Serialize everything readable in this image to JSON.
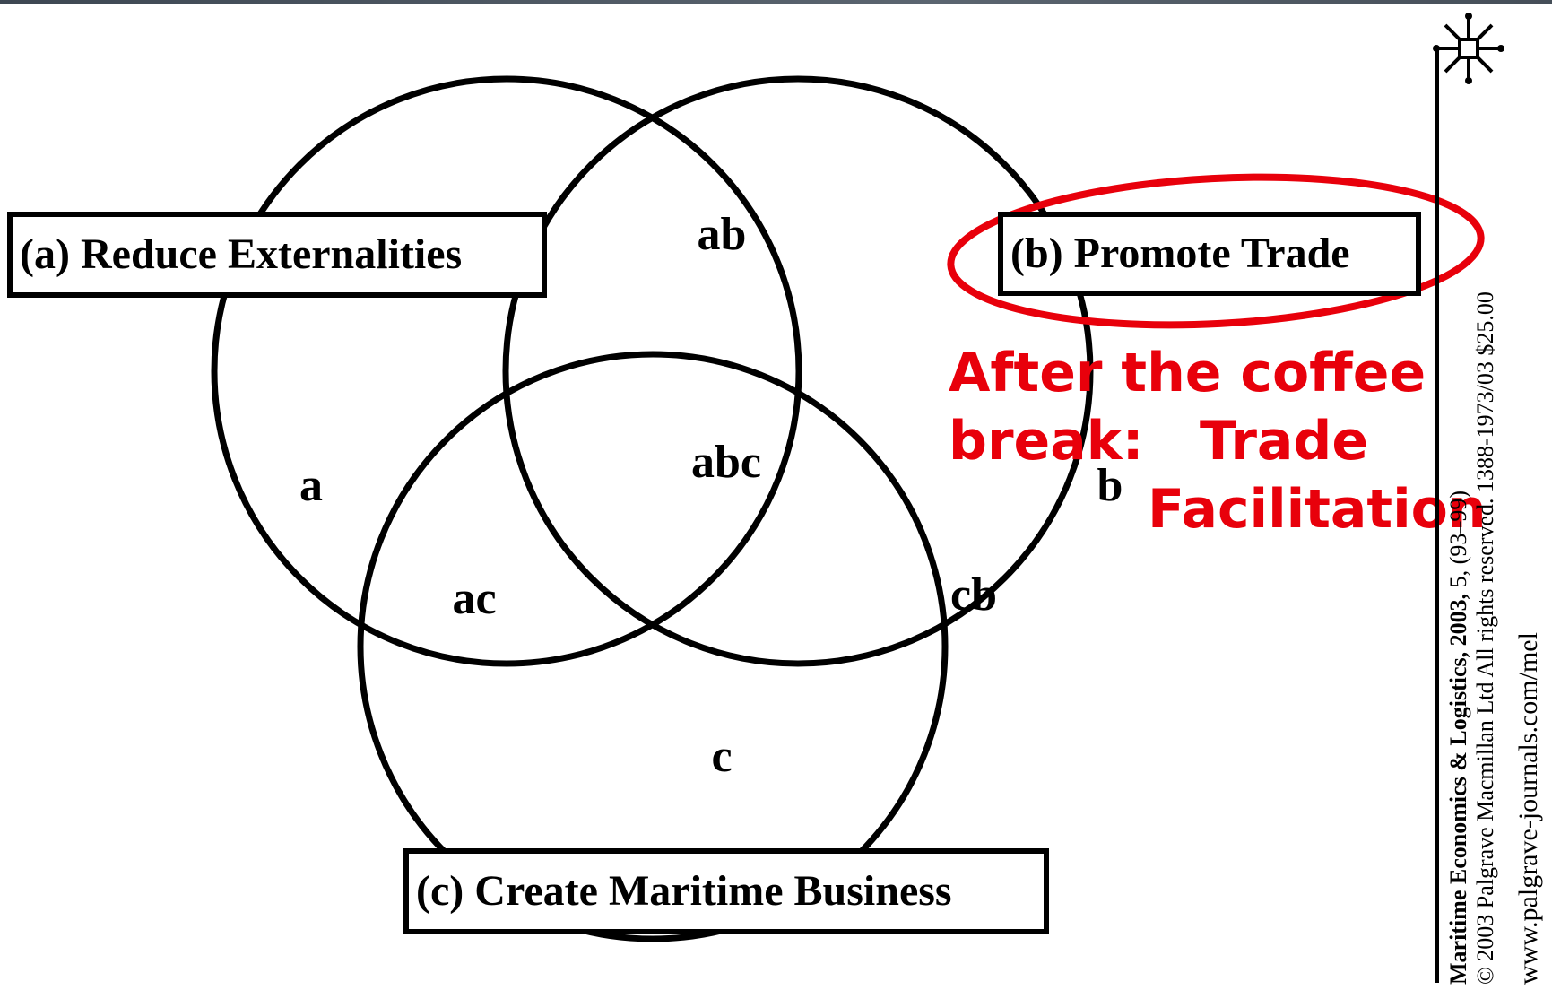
{
  "diagram": {
    "sets": [
      {
        "id": "a",
        "label": "(a) Reduce Externalities"
      },
      {
        "id": "b",
        "label": "(b) Promote Trade"
      },
      {
        "id": "c",
        "label": "(c) Create Maritime Business"
      }
    ],
    "regions": {
      "a": "a",
      "b": "b",
      "c": "c",
      "ab": "ab",
      "ac": "ac",
      "cb": "cb",
      "abc": "abc"
    },
    "annotation": {
      "line1": "After the coffee",
      "line2a": "break:",
      "line2b": "Trade",
      "line3": "Facilitation",
      "highlight_color": "#e8000b"
    }
  },
  "citation": {
    "line1_bold": "Maritime Economics & Logistics, 2003,",
    "line1_rest": " 5, (93–99)",
    "line2": "© 2003 Palgrave Macmillan Ltd All rights reserved. 1388-1973/03 $25.00",
    "line3": "www.palgrave-journals.com/mel"
  },
  "logo_icon": "palgrave-logo-icon"
}
